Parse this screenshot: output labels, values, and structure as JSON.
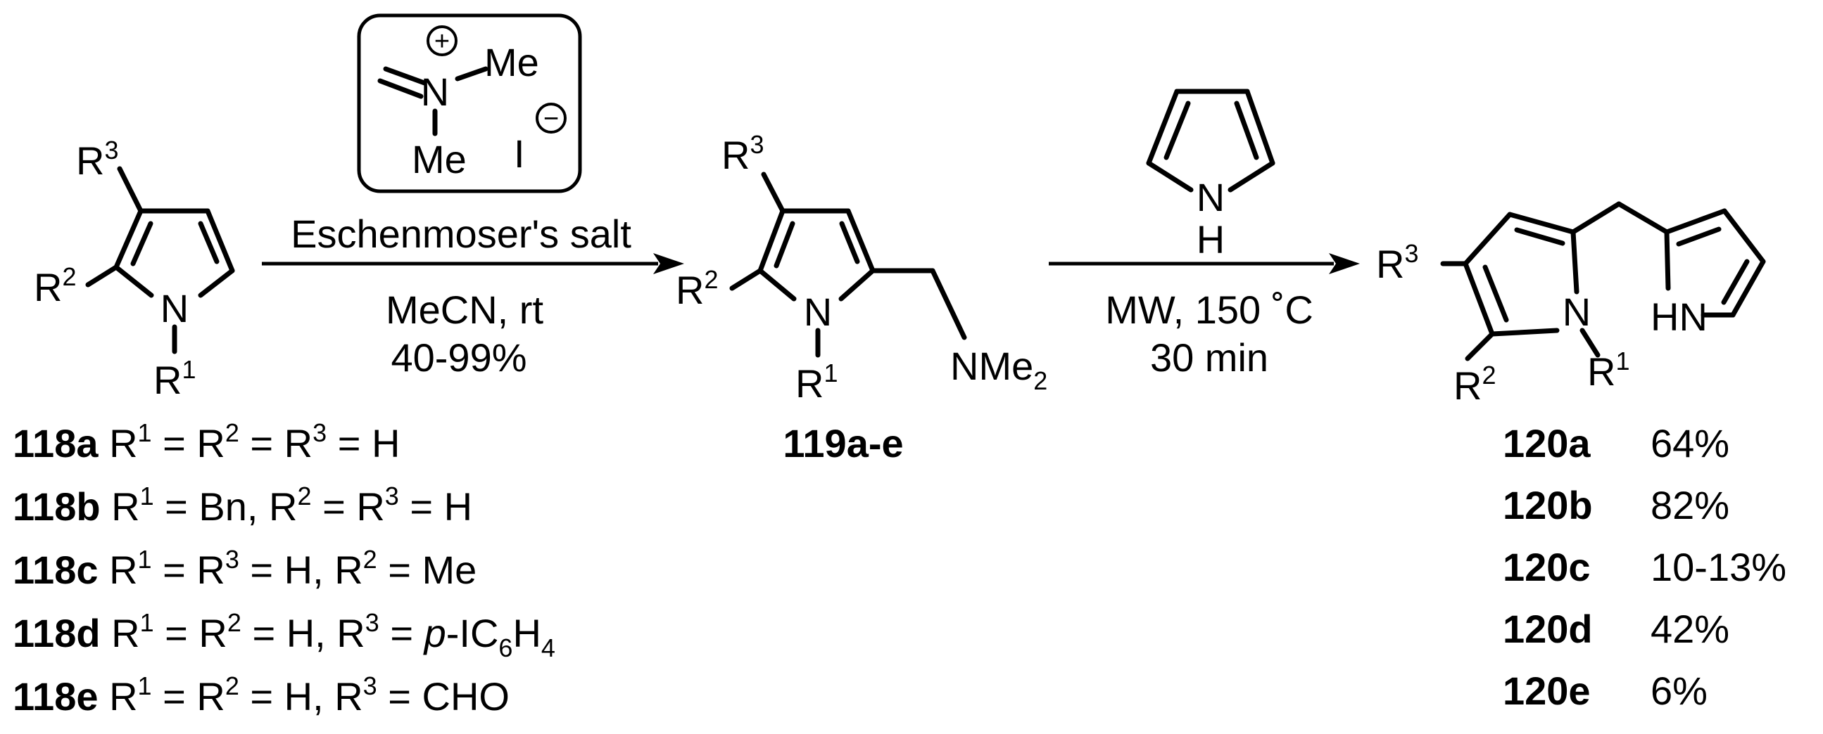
{
  "reagent_box": {
    "n_charge": "+",
    "n_label": "N",
    "me_right": "Me",
    "me_bottom": "Me",
    "iodide": "I",
    "iodide_charge": "−"
  },
  "step1": {
    "reagent_name": "Eschenmoser's salt",
    "solvent": "MeCN, rt",
    "yield": "40-99%"
  },
  "step2": {
    "conditions": "MW, 150 ˚C",
    "time": "30 min"
  },
  "pyrrole_reagent": {
    "n": "N",
    "h": "H"
  },
  "compound_118": {
    "r3": "R",
    "r3_sup": "3",
    "r2": "R",
    "r2_sup": "2",
    "n": "N",
    "r1": "R",
    "r1_sup": "1"
  },
  "compound_119": {
    "label": "119a-e",
    "r3": "R",
    "r3_sup": "3",
    "r2": "R",
    "r2_sup": "2",
    "n": "N",
    "r1": "R",
    "r1_sup": "1",
    "nme": "NMe",
    "nme_sub": "2"
  },
  "compound_120": {
    "r3": "R",
    "r3_sup": "3",
    "n": "N",
    "hn": "HN",
    "r2": "R",
    "r2_sup": "2",
    "r1": "R",
    "r1_sup": "1"
  },
  "substrates_118": [
    {
      "id": "118a",
      "parts": [
        {
          "t": "R"
        },
        {
          "t": "1",
          "sup": true
        },
        {
          "t": " = R"
        },
        {
          "t": "2",
          "sup": true
        },
        {
          "t": " = R"
        },
        {
          "t": "3",
          "sup": true
        },
        {
          "t": " = H"
        }
      ]
    },
    {
      "id": "118b",
      "parts": [
        {
          "t": "R"
        },
        {
          "t": "1",
          "sup": true
        },
        {
          "t": " = Bn, R"
        },
        {
          "t": "2",
          "sup": true
        },
        {
          "t": " = R"
        },
        {
          "t": "3",
          "sup": true
        },
        {
          "t": " = H"
        }
      ]
    },
    {
      "id": "118c",
      "parts": [
        {
          "t": "R"
        },
        {
          "t": "1",
          "sup": true
        },
        {
          "t": " = R"
        },
        {
          "t": "3",
          "sup": true
        },
        {
          "t": " = H, R"
        },
        {
          "t": "2",
          "sup": true
        },
        {
          "t": " = Me"
        }
      ]
    },
    {
      "id": "118d",
      "parts": [
        {
          "t": "R"
        },
        {
          "t": "1",
          "sup": true
        },
        {
          "t": " = R"
        },
        {
          "t": "2",
          "sup": true
        },
        {
          "t": " = H, R"
        },
        {
          "t": "3",
          "sup": true
        },
        {
          "t": " = "
        },
        {
          "t": "p",
          "italic": true
        },
        {
          "t": "-IC"
        },
        {
          "t": "6",
          "sub": true
        },
        {
          "t": "H"
        },
        {
          "t": "4",
          "sub": true
        }
      ]
    },
    {
      "id": "118e",
      "parts": [
        {
          "t": "R"
        },
        {
          "t": "1",
          "sup": true
        },
        {
          "t": " = R"
        },
        {
          "t": "2",
          "sup": true
        },
        {
          "t": " = H, R"
        },
        {
          "t": "3",
          "sup": true
        },
        {
          "t": " = CHO"
        }
      ]
    }
  ],
  "products_120": [
    {
      "id": "120a",
      "yield": "64%"
    },
    {
      "id": "120b",
      "yield": "82%"
    },
    {
      "id": "120c",
      "yield": "10-13%"
    },
    {
      "id": "120d",
      "yield": "42%"
    },
    {
      "id": "120e",
      "yield": "6%"
    }
  ]
}
